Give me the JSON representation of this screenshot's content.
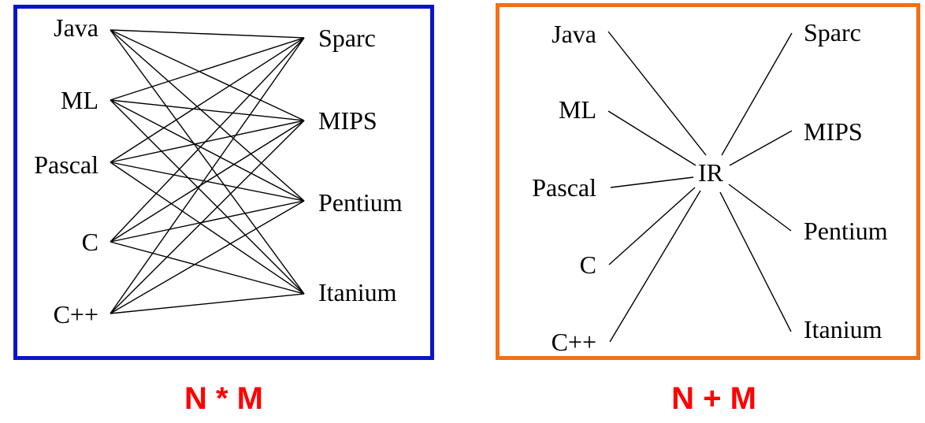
{
  "left_diagram": {
    "sources": [
      "Java",
      "ML",
      "Pascal",
      "C",
      "C++"
    ],
    "targets": [
      "Sparc",
      "MIPS",
      "Pentium",
      "Itanium"
    ],
    "caption": "N * M",
    "border_color": "#0a14c8"
  },
  "right_diagram": {
    "sources": [
      "Java",
      "ML",
      "Pascal",
      "C",
      "C++"
    ],
    "targets": [
      "Sparc",
      "MIPS",
      "Pentium",
      "Itanium"
    ],
    "hub": "IR",
    "caption": "N + M",
    "border_color": "#f07018"
  },
  "caption_color": "#ff0000"
}
